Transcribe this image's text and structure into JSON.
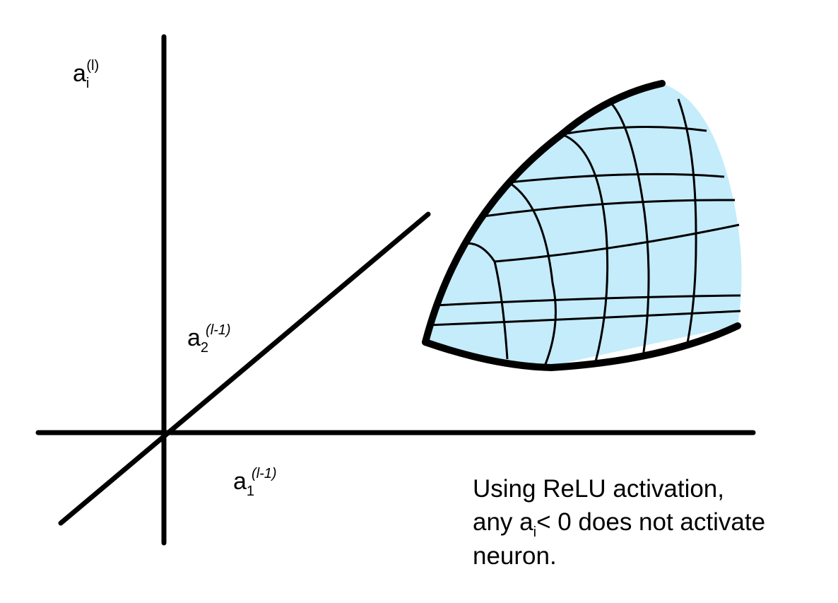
{
  "axes": {
    "vertical_label": {
      "base": "a",
      "sub": "i",
      "sup": "(l)"
    },
    "axis1_label": {
      "base": "a",
      "sub": "1",
      "sup": "(l-1)"
    },
    "axis2_label": {
      "base": "a",
      "sub": "2",
      "sup": "(l-1)"
    }
  },
  "caption": {
    "line1": "Using ReLU activation,",
    "line2_pre": "any a",
    "line2_sub": "i",
    "line2_post": "< 0 does not activate",
    "line3": "neuron."
  },
  "colors": {
    "surface_fill": "#c4ecfb",
    "stroke": "#000000"
  }
}
